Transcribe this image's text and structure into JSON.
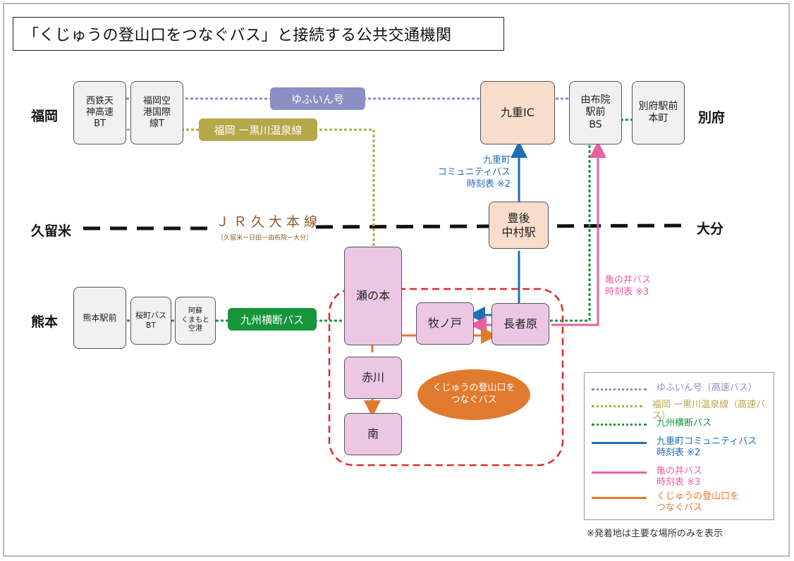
{
  "title": "「くじゅうの登山口をつなぐバス」と接続する公共交通機関",
  "cities": {
    "fukuoka": "福岡",
    "beppu": "別府",
    "kurume": "久留米",
    "oita": "大分",
    "kumamoto": "熊本"
  },
  "stops": {
    "nishitetsu": "西鉄天\n神高速\nBT",
    "fukuoka_airport": "福岡空\n港国際\n線T",
    "kokonoe_ic": "九重IC",
    "yufuin": "由布院\n駅前\nBS",
    "beppu_station": "別府駅前\n本町",
    "bungo_nakamura": "豊後\n中村駅",
    "senomoto": "瀬の本",
    "makinoto": "牧ノ戸",
    "chojabaru": "長者原",
    "akagawa": "赤川",
    "minami": "南",
    "kumamoto_station": "熊本駅前",
    "sakuramachi": "桜町バス\nBT",
    "aso_airport": "阿蘇\nくまもと\n空港"
  },
  "routes": {
    "yufuin_go": "ゆふいん号",
    "fukuoka_kurokawa": "福岡 ー黒川温泉線",
    "kyushu_odan": "九州横断バス",
    "jr_line": "ＪＲ久大本線",
    "jr_line_sub": "〔久留米ー日田ー由布院ー大分〕",
    "kokonoe_community": "九重町\nコミュニティバス\n時刻表 ※2",
    "kamenoi": "亀の井バス\n時刻表 ※3",
    "kuju_bus": "くじゅうの登山口を\nつなぐバス"
  },
  "colors": {
    "yufuin_go": "#8c8fc4",
    "fukuoka_kurokawa": "#b5a84a",
    "kyushu_odan": "#16953a",
    "kokonoe_community": "#1f6fb5",
    "kamenoi": "#e95fa3",
    "kuju_bus": "#e07a2e",
    "jr": "#111111",
    "area_border": "#e02a2a"
  },
  "legend": [
    {
      "label": "ゆふいん号（高速バス）",
      "style": "dotted",
      "color": "#8c8fc4"
    },
    {
      "label": "福岡 ー黒川温泉線（高速バス）",
      "style": "dotted",
      "color": "#b5a84a"
    },
    {
      "label": "九州横断バス",
      "style": "dotted",
      "color": "#16953a"
    },
    {
      "label": "九重町コミュニティバス\n時刻表 ※2",
      "style": "solid",
      "color": "#1f6fb5"
    },
    {
      "label": "亀の井バス\n時刻表 ※3",
      "style": "solid",
      "color": "#e95fa3"
    },
    {
      "label": "くじゅうの登山口を\nつなぐバス",
      "style": "solid",
      "color": "#e07a2e"
    }
  ],
  "note": "※発着地は主要な場所のみを表示"
}
